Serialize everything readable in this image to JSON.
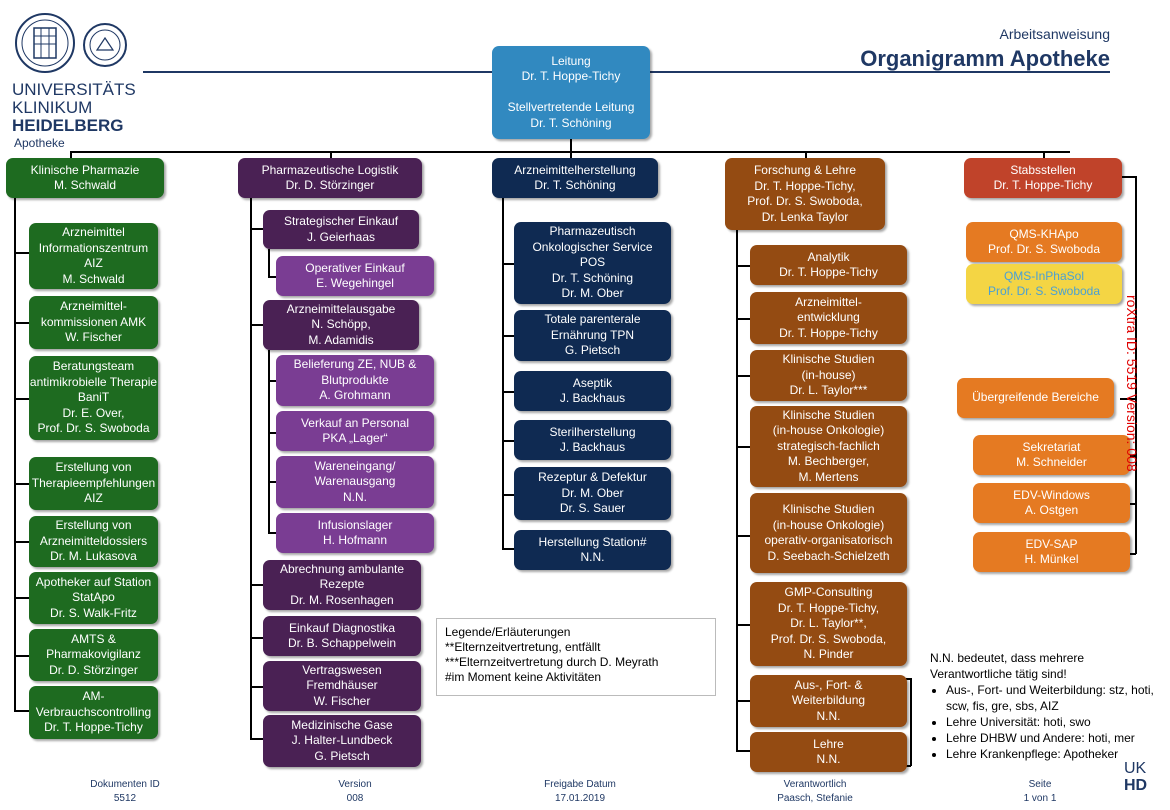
{
  "header": {
    "university_lines": [
      "UNIVERSITÄTS",
      "KLINIKUM",
      "HEIDELBERG"
    ],
    "department": "Apotheke",
    "doc_type": "Arbeitsanweisung",
    "title": "Organigramm Apotheke"
  },
  "top": {
    "lines": [
      "Leitung",
      "Dr. T. Hoppe-Tichy",
      "",
      "Stellvertretende Leitung",
      "Dr. T. Schöning"
    ]
  },
  "columns": {
    "c1": {
      "head": [
        "Klinische Pharmazie",
        "M. Schwald"
      ],
      "items": [
        [
          "Arzneimittel",
          "Informationszentrum",
          "AIZ",
          "M. Schwald"
        ],
        [
          "Arzneimittel-",
          "kommissionen AMK",
          "W. Fischer"
        ],
        [
          "Beratungsteam",
          "antimikrobielle Therapie",
          "BaniT",
          "Dr. E. Over,",
          "Prof. Dr. S. Swoboda"
        ],
        [
          "Erstellung von",
          "Therapieempfehlungen",
          "AIZ"
        ],
        [
          "Erstellung von",
          "Arzneimitteldossiers",
          "Dr. M. Lukasova"
        ],
        [
          "Apotheker auf Station",
          "StatApo",
          "Dr. S. Walk-Fritz"
        ],
        [
          "AMTS &",
          "Pharmakovigilanz",
          "Dr. D. Störzinger"
        ],
        [
          "AM-",
          "Verbrauchscontrolling",
          "Dr. T. Hoppe-Tichy"
        ]
      ]
    },
    "c2": {
      "head": [
        "Pharmazeutische Logistik",
        "Dr. D. Störzinger"
      ],
      "items": [
        [
          "Strategischer Einkauf",
          "J. Geierhaas"
        ],
        [
          "Operativer Einkauf",
          "E. Wegehingel"
        ],
        [
          "Arzneimittelausgabe",
          "N. Schöpp,",
          "M. Adamidis"
        ],
        [
          "Belieferung ZE, NUB &",
          "Blutprodukte",
          "A. Grohmann"
        ],
        [
          "Verkauf an Personal",
          "PKA „Lager“"
        ],
        [
          "Wareneingang/",
          "Warenausgang",
          "N.N."
        ],
        [
          "Infusionslager",
          "H. Hofmann"
        ],
        [
          "Abrechnung ambulante",
          "Rezepte",
          "Dr. M. Rosenhagen"
        ],
        [
          "Einkauf Diagnostika",
          "Dr. B. Schappelwein"
        ],
        [
          "Vertragswesen",
          "Fremdhäuser",
          "W. Fischer"
        ],
        [
          "Medizinische Gase",
          "J. Halter-Lundbeck",
          "G. Pietsch"
        ]
      ]
    },
    "c3": {
      "head": [
        "Arzneimittelherstellung",
        "Dr. T. Schöning"
      ],
      "items": [
        [
          "Pharmazeutisch",
          "Onkologischer Service",
          "POS",
          "Dr. T. Schöning",
          "Dr. M. Ober"
        ],
        [
          "Totale parenterale",
          "Ernährung TPN",
          "G. Pietsch"
        ],
        [
          "Aseptik",
          "J. Backhaus"
        ],
        [
          "Sterilherstellung",
          "J. Backhaus"
        ],
        [
          "Rezeptur & Defektur",
          "Dr. M. Ober",
          "Dr. S. Sauer"
        ],
        [
          "Herstellung Station#",
          "N.N."
        ]
      ]
    },
    "c4": {
      "head": [
        "Forschung & Lehre",
        "Dr. T. Hoppe-Tichy,",
        "Prof. Dr. S. Swoboda,",
        "Dr. Lenka Taylor"
      ],
      "items": [
        [
          "Analytik",
          "Dr. T. Hoppe-Tichy"
        ],
        [
          "Arzneimittel-",
          "entwicklung",
          "Dr. T. Hoppe-Tichy"
        ],
        [
          "Klinische Studien",
          "(in-house)",
          "Dr. L. Taylor***"
        ],
        [
          "Klinische Studien",
          "(in-house Onkologie)",
          "strategisch-fachlich",
          "M. Bechberger,",
          "M. Mertens"
        ],
        [
          "Klinische Studien",
          "(in-house Onkologie)",
          "operativ-organisatorisch",
          "D. Seebach-Schielzeth"
        ],
        [
          "GMP-Consulting",
          "Dr. T. Hoppe-Tichy,",
          "Dr. L. Taylor**,",
          "Prof. Dr. S. Swoboda,",
          "N. Pinder"
        ],
        [
          "Aus-, Fort- &",
          "Weiterbildung",
          "N.N."
        ],
        [
          "Lehre",
          "N.N."
        ]
      ]
    },
    "c5": {
      "head": [
        "Stabsstellen",
        "Dr. T. Hoppe-Tichy"
      ],
      "items": [
        [
          "QMS-KHApo",
          "Prof. Dr. S. Swoboda"
        ],
        [
          "QMS-InPhaSol",
          "Prof. Dr. S. Swoboda"
        ],
        [
          "Übergreifende Bereiche"
        ],
        [
          "Sekretariat",
          "M. Schneider"
        ],
        [
          "EDV-Windows",
          "A. Ostgen"
        ],
        [
          "EDV-SAP",
          "H. Münkel"
        ]
      ]
    }
  },
  "legend": [
    "Legende/Erläuterungen",
    "**Elternzeitvertretung, entfällt",
    "***Elternzeitvertretung durch D. Meyrath",
    "#im Moment keine Aktivitäten"
  ],
  "note": {
    "intro": "N.N. bedeutet, dass mehrere Verantwortliche tätig sind!",
    "items": [
      "Aus-, Fort- und Weiterbildung: stz, hoti, scw, fis, gre, sbs, AIZ",
      "Lehre Universität: hoti, swo",
      "Lehre DHBW und Andere: hoti, mer",
      "Lehre Krankenpflege: Apotheker"
    ]
  },
  "watermark": "roXtra ID: 5519 Version: 008",
  "footer": [
    {
      "label": "Dokumenten ID",
      "value": "5512"
    },
    {
      "label": "Version",
      "value": "008"
    },
    {
      "label": "Freigabe  Datum",
      "value": "17.01.2019"
    },
    {
      "label": "Verantwortlich",
      "value": "Paasch, Stefanie"
    },
    {
      "label": "Seite",
      "value": "1 von 1"
    }
  ],
  "corner_logo": [
    "UK",
    "HD"
  ]
}
